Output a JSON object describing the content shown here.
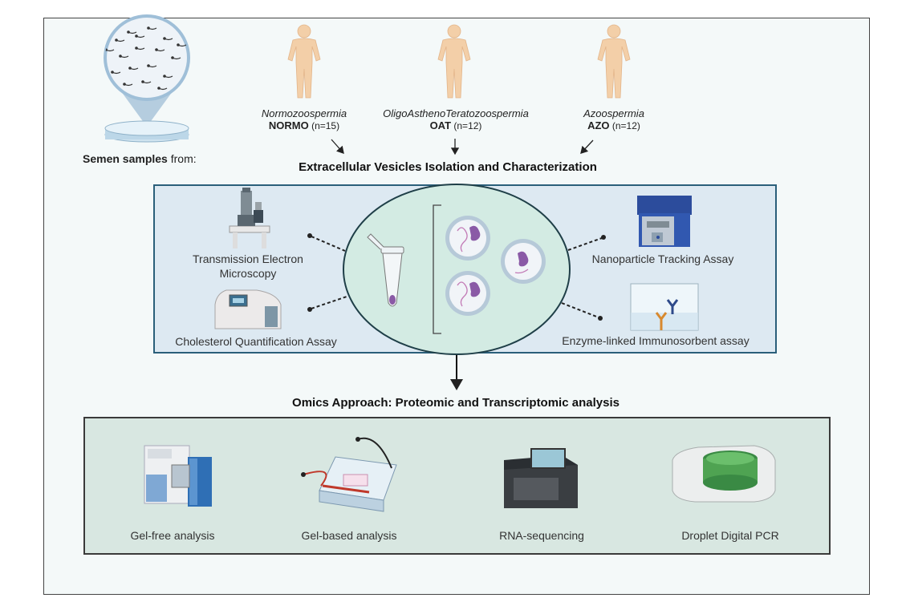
{
  "semen_label": {
    "bold": "Semen samples",
    "rest": " from:"
  },
  "groups": [
    {
      "name": "Normozoospermia",
      "code": "NORMO",
      "n": "(n=15)"
    },
    {
      "name": "OligoAsthenoTeratozoospermia",
      "code": "OAT",
      "n": "(n=12)"
    },
    {
      "name": "Azoospermia",
      "code": "AZO",
      "n": "(n=12)"
    }
  ],
  "section1_title": "Extracellular Vesicles Isolation and Characterization",
  "characterization": {
    "tem": "Transmission Electron Microscopy",
    "cholesterol": "Cholesterol Quantification Assay",
    "nta": "Nanoparticle Tracking Assay",
    "elisa": "Enzyme-linked Immunosorbent assay"
  },
  "section2_title": "Omics Approach: Proteomic and Transcriptomic analysis",
  "omics": {
    "gel_free": "Gel-free analysis",
    "gel_based": "Gel-based analysis",
    "rna_seq": "RNA-sequencing",
    "ddpcr": "Droplet Digital PCR"
  },
  "colors": {
    "skin": "#f3cfa8",
    "mid_box": "#dde9f2",
    "bottom_box": "#d8e7e1",
    "ellipse": "#d3ebe3",
    "vesicle": "#8a5aa6"
  }
}
